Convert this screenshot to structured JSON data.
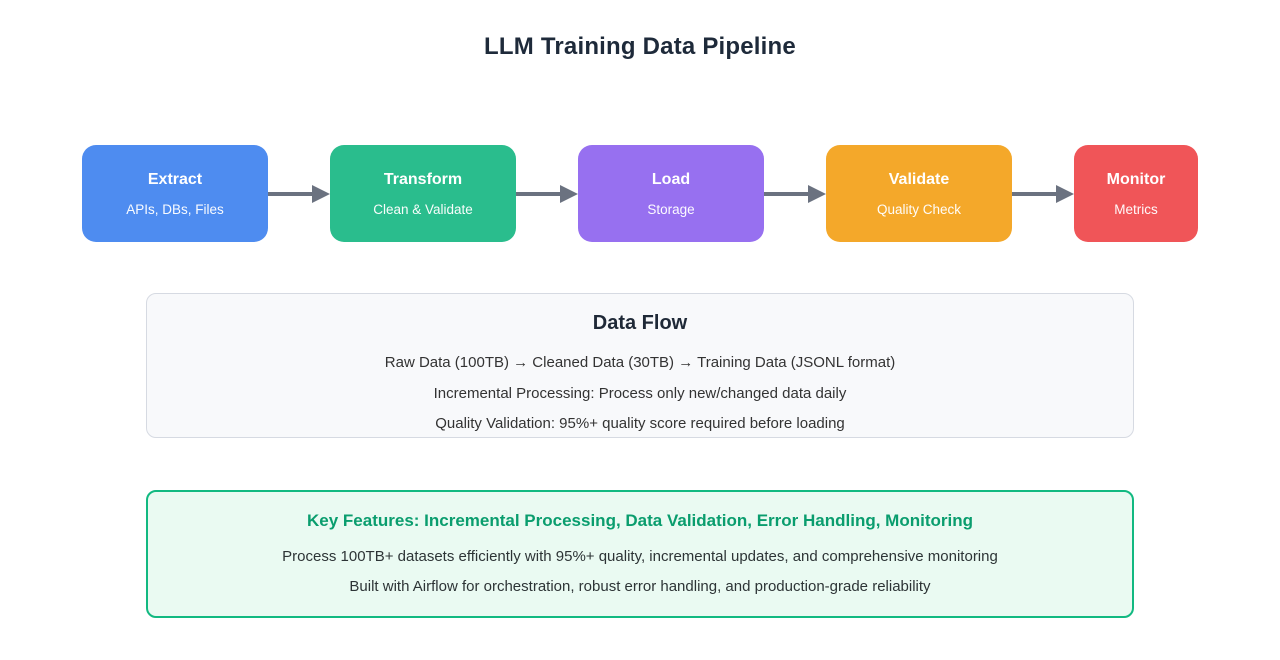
{
  "page": {
    "title": "LLM Training Data Pipeline"
  },
  "pipeline": {
    "arrow_color": "#6b7280",
    "stages": [
      {
        "name": "Extract",
        "subtitle": "APIs, DBs, Files",
        "color": "#4e8cf0"
      },
      {
        "name": "Transform",
        "subtitle": "Clean & Validate",
        "color": "#2abd8d"
      },
      {
        "name": "Load",
        "subtitle": "Storage",
        "color": "#9770f0"
      },
      {
        "name": "Validate",
        "subtitle": "Quality Check",
        "color": "#f4a82a"
      },
      {
        "name": "Monitor",
        "subtitle": "Metrics",
        "color": "#f05558"
      }
    ]
  },
  "data_flow": {
    "title": "Data Flow",
    "lines": [
      "Raw Data (100TB) → Cleaned Data (30TB) → Training Data (JSONL format)",
      "Incremental Processing: Process only new/changed data daily",
      "Quality Validation: 95%+ quality score required before loading"
    ],
    "background_color": "#f8f9fb",
    "border_color": "#d6dae2"
  },
  "key_features": {
    "title": "Key Features: Incremental Processing, Data Validation, Error Handling, Monitoring",
    "lines": [
      "Process 100TB+ datasets efficiently with 95%+ quality, incremental updates, and comprehensive monitoring",
      "Built with Airflow for orchestration, robust error handling, and production-grade reliability"
    ],
    "accent_color": "#12b981",
    "title_color": "#0a9d6e",
    "background_color": "#eafaf2"
  }
}
